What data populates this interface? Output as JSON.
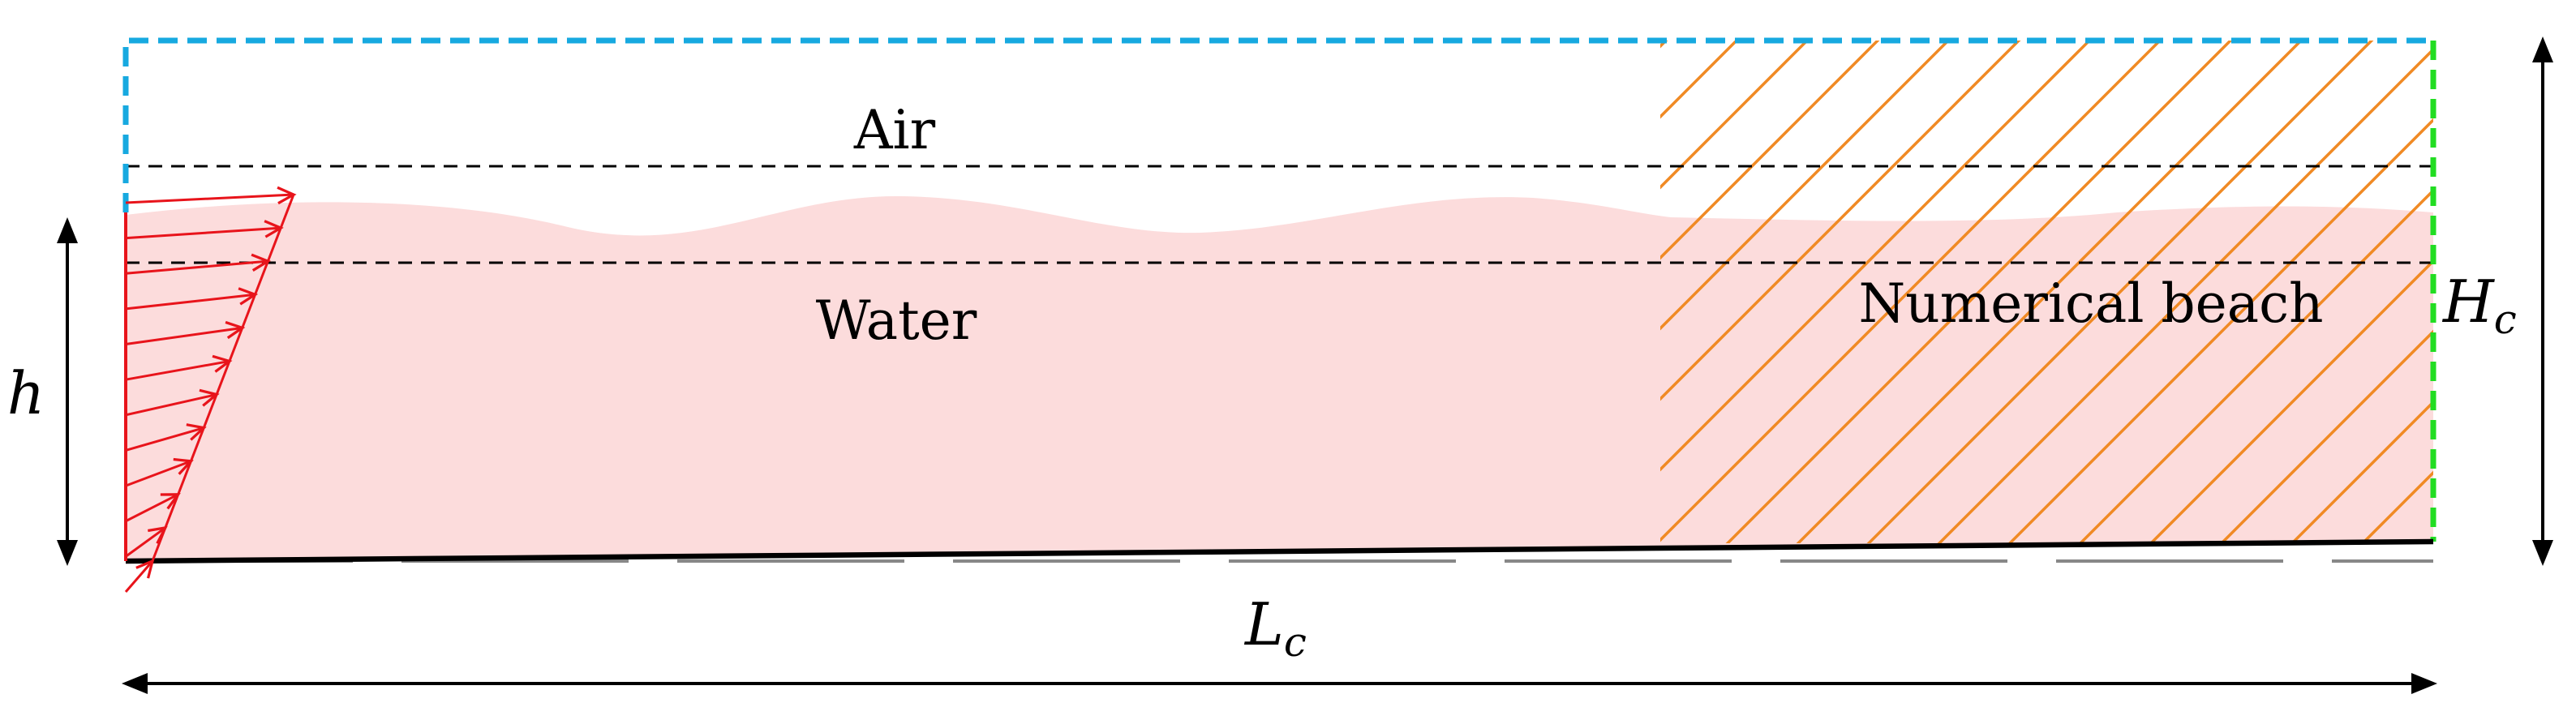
{
  "labels": {
    "air": "Air",
    "water": "Water",
    "beach": "Numerical beach",
    "depth": "h",
    "height_main": "H",
    "height_sub": "c",
    "length_main": "L",
    "length_sub": "c"
  },
  "colors": {
    "water_fill": "#fcdcdc",
    "inlet_boundary": "#17a9e0",
    "outlet_boundary": "#22dd22",
    "velocity_arrows": "#e8141b",
    "beach_hatch": "#f08a24",
    "reference_lines": "#000000",
    "still_bed_dash": "#888888"
  },
  "icons": {
    "inlet_velocity_profile": "arrow-right-icon",
    "dimension_markers": "double-arrow-icon"
  }
}
